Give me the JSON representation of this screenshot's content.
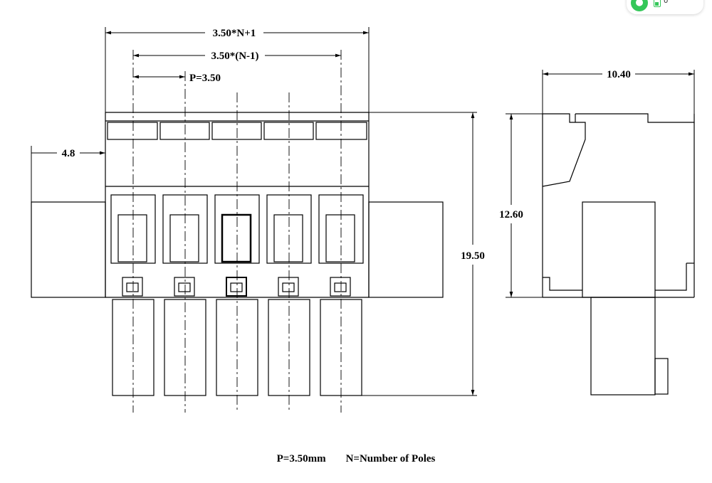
{
  "status": {
    "wifi_icon": "wifi-icon",
    "battery_icon": "battery-icon",
    "battery_value": "0",
    "accent": "#34c759"
  },
  "dimensions": {
    "overall_width": "3.50*N+1",
    "pitch_span": "3.50*(N-1)",
    "pitch": "P=3.50",
    "side_offset": "4.8",
    "side_width": "10.40",
    "side_height": "12.60",
    "total_height": "19.50"
  },
  "caption": {
    "pitch_note": "P=3.50mm",
    "poles_note": "N=Number of Poles"
  },
  "diagram": {
    "poles": 5,
    "line_color": "#000000"
  }
}
